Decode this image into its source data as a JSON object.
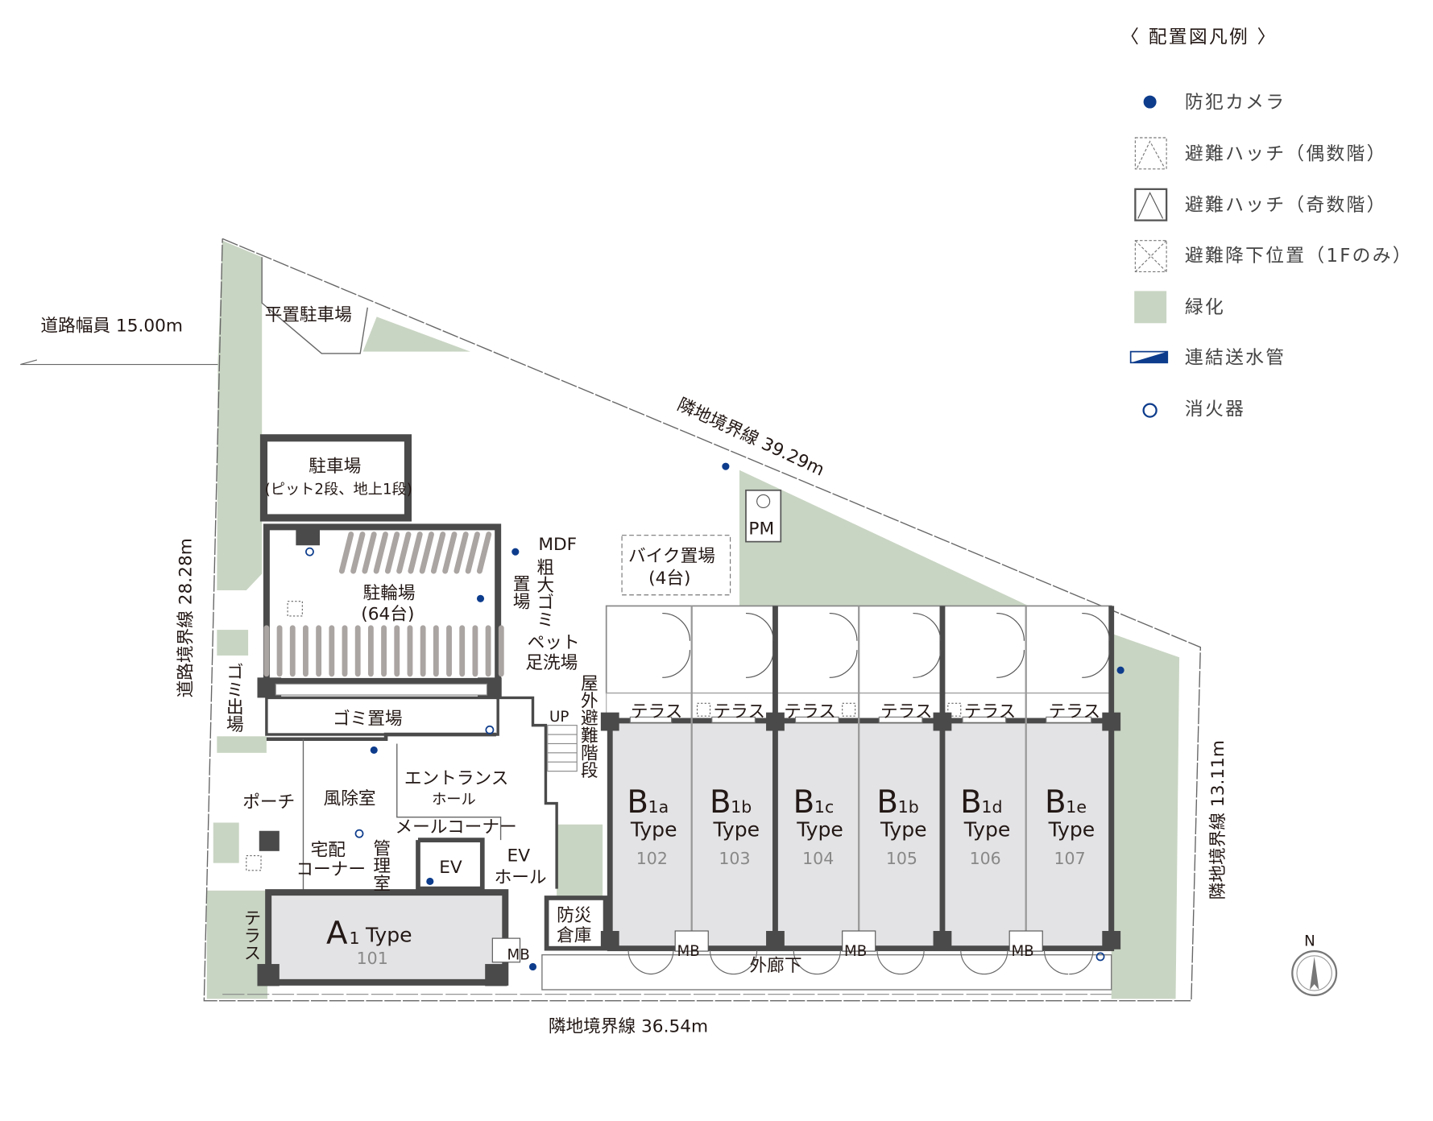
{
  "legend": {
    "title": "〈 配置図凡例 〉",
    "items": [
      {
        "icon": "security-camera-dot",
        "label": "防犯カメラ"
      },
      {
        "icon": "escape-hatch-even-floor",
        "label": "避難ハッチ（偶数階）"
      },
      {
        "icon": "escape-hatch-odd-floor",
        "label": "避難ハッチ（奇数階）"
      },
      {
        "icon": "escape-descent-position",
        "label": "避難降下位置（1Fのみ）"
      },
      {
        "icon": "greenery-swatch",
        "label": "緑化"
      },
      {
        "icon": "standpipe-connection",
        "label": "連結送水管"
      },
      {
        "icon": "fire-extinguisher-circle",
        "label": "消火器"
      }
    ]
  },
  "colors": {
    "camera": "#0d3c8c",
    "green": "#c9d5c3",
    "wall": "#4a4a4a",
    "unit_fill": "#e3e3e5"
  },
  "boundaries": {
    "road_width": "道路幅員 15.00m",
    "road_boundary": "道路境界線 28.28m",
    "north_boundary": "隣地境界線 39.29m",
    "east_boundary": "隣地境界線 13.11m",
    "south_boundary": "隣地境界線 36.54m"
  },
  "rooms": {
    "flat_parking": "平置駐車場",
    "parking": "駐車場",
    "parking_note": "(ピット2段、地上1段)",
    "bicycle": "駐輪場",
    "bicycle_count": "(64台)",
    "mdf": "MDF",
    "bulky_waste_1": "粗大ゴミ",
    "bulky_waste_2": "置場",
    "pet_1": "ペット",
    "pet_2": "足洗場",
    "bike_parking": "バイク置場",
    "bike_count": "(4台)",
    "pm": "PM",
    "garbage": "ゴミ置場",
    "garbage_out": "ゴミ出場",
    "outdoor_stairs": "屋外避難階段",
    "up": "UP",
    "porch": "ポーチ",
    "windbreak": "風除室",
    "entrance": "エントランス",
    "entrance_hall": "ホール",
    "mail_corner": "メールコーナー",
    "delivery_1": "宅配",
    "delivery_2": "コーナー",
    "management": "管理室",
    "ev": "EV",
    "ev_hall_1": "EV",
    "ev_hall_2": "ホール",
    "disaster_storage_1": "防災",
    "disaster_storage_2": "倉庫",
    "terrace": "テラス",
    "mb": "MB",
    "corridor": "外廊下",
    "north": "N"
  },
  "units": [
    {
      "letter": "A",
      "sub": "1",
      "type": "Type",
      "number": "101"
    },
    {
      "letter": "B",
      "sub": "1a",
      "type": "Type",
      "number": "102"
    },
    {
      "letter": "B",
      "sub": "1b",
      "type": "Type",
      "number": "103"
    },
    {
      "letter": "B",
      "sub": "1c",
      "type": "Type",
      "number": "104"
    },
    {
      "letter": "B",
      "sub": "1b",
      "type": "Type",
      "number": "105"
    },
    {
      "letter": "B",
      "sub": "1d",
      "type": "Type",
      "number": "106"
    },
    {
      "letter": "B",
      "sub": "1e",
      "type": "Type",
      "number": "107"
    }
  ]
}
